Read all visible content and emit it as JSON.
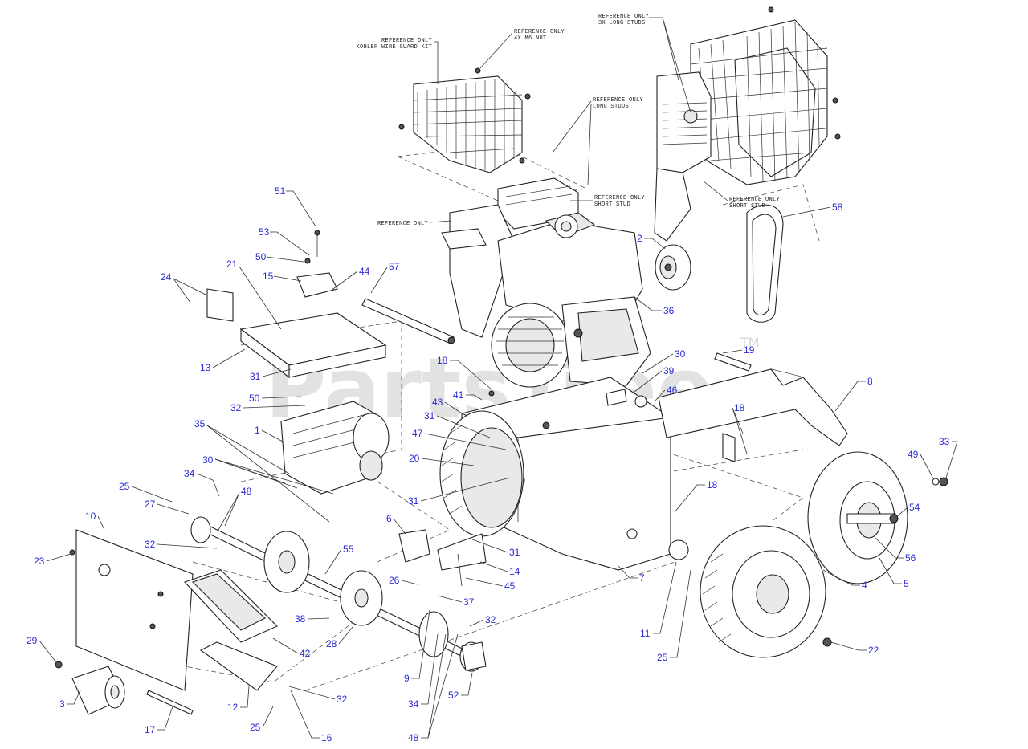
{
  "watermark": {
    "text": "PartsTree",
    "trademark": "TM"
  },
  "reference_notes": {
    "wire_guard_kit": [
      "REFERENCE ONLY",
      "KOHLER WIRE GUARD KIT"
    ],
    "nut": [
      "REFERENCE ONLY",
      "4X M6 NUT"
    ],
    "long_studs": [
      "REFERENCE ONLY",
      "LONG STUDS"
    ],
    "short_stud_left": [
      "REFERENCE ONLY",
      "SHORT STUD"
    ],
    "engine": [
      "REFERENCE ONLY"
    ],
    "long_studs_3x": [
      "REFERENCE ONLY",
      "3X LONG STUDS"
    ],
    "short_stud_right": [
      "REFERENCE ONLY",
      "SHORT STUD"
    ]
  },
  "callouts": [
    {
      "id": "c51",
      "text": "51"
    },
    {
      "id": "c53",
      "text": "53"
    },
    {
      "id": "c50a",
      "text": "50"
    },
    {
      "id": "c15",
      "text": "15"
    },
    {
      "id": "c44",
      "text": "44"
    },
    {
      "id": "c24",
      "text": "24"
    },
    {
      "id": "c21",
      "text": "21"
    },
    {
      "id": "c57",
      "text": "57"
    },
    {
      "id": "c13",
      "text": "13"
    },
    {
      "id": "c31a",
      "text": "31"
    },
    {
      "id": "c50b",
      "text": "50"
    },
    {
      "id": "c32a",
      "text": "32"
    },
    {
      "id": "c35",
      "text": "35"
    },
    {
      "id": "c1",
      "text": "1"
    },
    {
      "id": "c30a",
      "text": "30"
    },
    {
      "id": "c34a",
      "text": "34"
    },
    {
      "id": "c25a",
      "text": "25"
    },
    {
      "id": "c48a",
      "text": "48"
    },
    {
      "id": "c27",
      "text": "27"
    },
    {
      "id": "c10",
      "text": "10"
    },
    {
      "id": "c32b",
      "text": "32"
    },
    {
      "id": "c23",
      "text": "23"
    },
    {
      "id": "c55",
      "text": "55"
    },
    {
      "id": "c6",
      "text": "6"
    },
    {
      "id": "c38",
      "text": "38"
    },
    {
      "id": "c26",
      "text": "26"
    },
    {
      "id": "c37",
      "text": "37"
    },
    {
      "id": "c42",
      "text": "42"
    },
    {
      "id": "c28",
      "text": "28"
    },
    {
      "id": "c29",
      "text": "29"
    },
    {
      "id": "c9",
      "text": "9"
    },
    {
      "id": "c32c",
      "text": "32"
    },
    {
      "id": "c32d",
      "text": "32"
    },
    {
      "id": "c3",
      "text": "3"
    },
    {
      "id": "c12",
      "text": "12"
    },
    {
      "id": "c17",
      "text": "17"
    },
    {
      "id": "c25b",
      "text": "25"
    },
    {
      "id": "c16",
      "text": "16"
    },
    {
      "id": "c34b",
      "text": "34"
    },
    {
      "id": "c52",
      "text": "52"
    },
    {
      "id": "c48b",
      "text": "48"
    },
    {
      "id": "c2",
      "text": "2"
    },
    {
      "id": "c58",
      "text": "58"
    },
    {
      "id": "c36",
      "text": "36"
    },
    {
      "id": "c19",
      "text": "19"
    },
    {
      "id": "c30b",
      "text": "30"
    },
    {
      "id": "c39",
      "text": "39"
    },
    {
      "id": "c18a",
      "text": "18"
    },
    {
      "id": "c8",
      "text": "8"
    },
    {
      "id": "c41",
      "text": "41"
    },
    {
      "id": "c43",
      "text": "43"
    },
    {
      "id": "c46",
      "text": "46"
    },
    {
      "id": "c18b",
      "text": "18"
    },
    {
      "id": "c31b",
      "text": "31"
    },
    {
      "id": "c47",
      "text": "47"
    },
    {
      "id": "c20",
      "text": "20"
    },
    {
      "id": "c33",
      "text": "33"
    },
    {
      "id": "c49",
      "text": "49"
    },
    {
      "id": "c18c",
      "text": "18"
    },
    {
      "id": "c31c",
      "text": "31"
    },
    {
      "id": "c54",
      "text": "54"
    },
    {
      "id": "c31d",
      "text": "31"
    },
    {
      "id": "c14",
      "text": "14"
    },
    {
      "id": "c56",
      "text": "56"
    },
    {
      "id": "c45",
      "text": "45"
    },
    {
      "id": "c7",
      "text": "7"
    },
    {
      "id": "c4",
      "text": "4"
    },
    {
      "id": "c5",
      "text": "5"
    },
    {
      "id": "c11",
      "text": "11"
    },
    {
      "id": "c22",
      "text": "22"
    },
    {
      "id": "c25c",
      "text": "25"
    }
  ]
}
